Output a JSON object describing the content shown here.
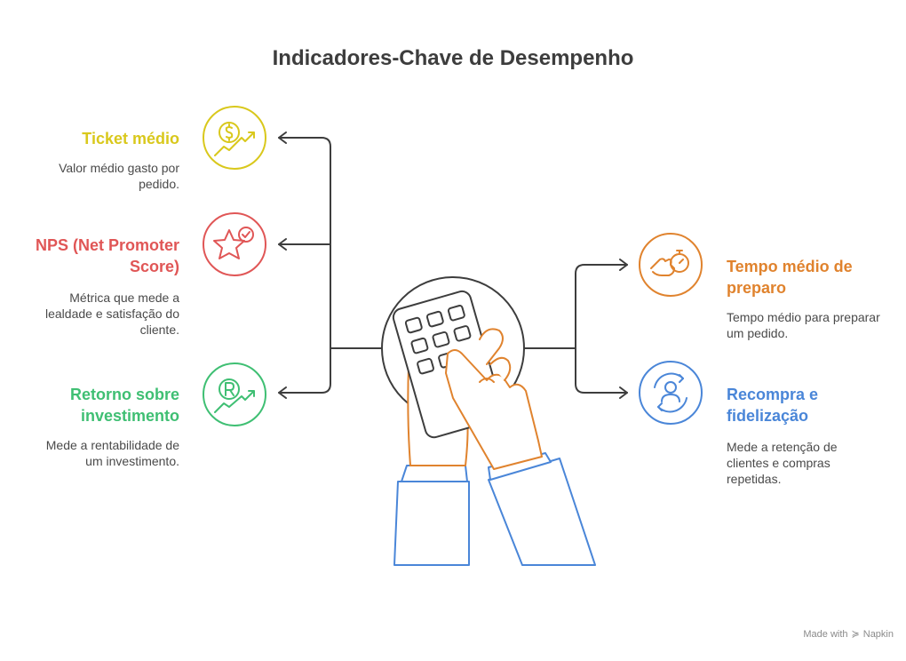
{
  "title": "Indicadores-Chave de Desempenho",
  "items": {
    "ticket": {
      "label": "Ticket médio",
      "desc": "Valor médio gasto por pedido.",
      "color": "#d9c81c",
      "icon": "dollar-growth-icon"
    },
    "nps": {
      "label": "NPS (Net Promoter Score)",
      "desc": "Métrica que mede a lealdade e satisfação do cliente.",
      "color": "#e05656",
      "icon": "star-check-icon"
    },
    "roi": {
      "label": "Retorno sobre investimento",
      "desc": "Mede a rentabilidade de um investimento.",
      "color": "#3fbf73",
      "icon": "roi-growth-icon"
    },
    "tempo": {
      "label": "Tempo médio de preparo",
      "desc": "Tempo médio para preparar um pedido.",
      "color": "#e0832e",
      "icon": "stopwatch-hand-icon"
    },
    "recompra": {
      "label": "Recompra e fidelização",
      "desc": "Mede a retenção de clientes e compras repetidas.",
      "color": "#4a86d8",
      "icon": "customer-cycle-icon"
    }
  },
  "center_icon": "hand-calculator-icon",
  "footer": {
    "made_with": "Made with",
    "brand": "Napkin"
  }
}
